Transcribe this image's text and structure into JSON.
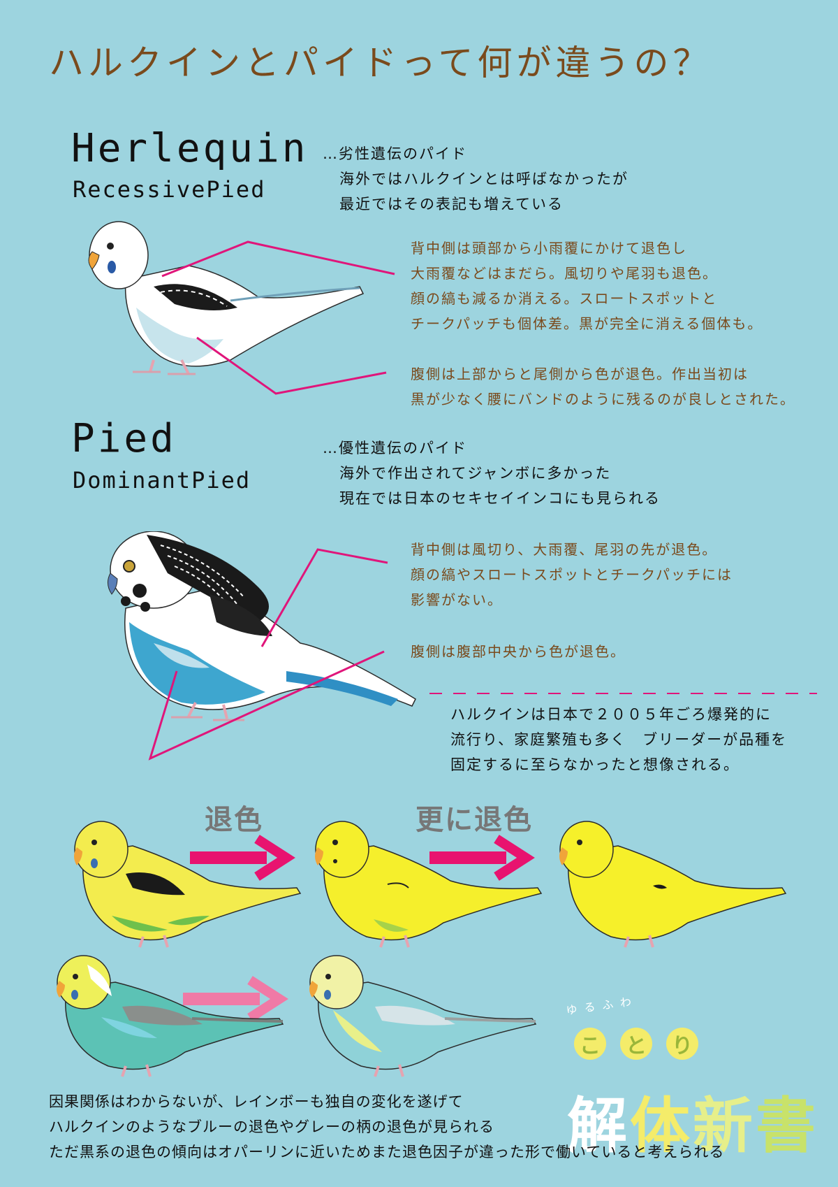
{
  "title": "ハルクインとパイドって何が違うの？",
  "harlequin": {
    "name": "Herlequin",
    "subname": "RecessivePied",
    "intro": [
      "…劣性遺伝のパイド",
      "海外ではハルクインとは呼ばなかったが",
      "最近ではその表記も増えている"
    ],
    "back_notes": [
      "背中側は頭部から小雨覆にかけて退色し",
      "大雨覆などはまだら。風切りや尾羽も退色。",
      "顔の縞も減るか消える。スロートスポットと",
      "チークパッチも個体差。黒が完全に消える個体も。"
    ],
    "belly_notes": [
      "腹側は上部からと尾側から色が退色。作出当初は",
      "黒が少なく腰にバンドのように残るのが良しとされた。"
    ]
  },
  "pied": {
    "name": "Pied",
    "subname": "DominantPied",
    "intro": [
      "…優性遺伝のパイド",
      "海外で作出されてジャンボに多かった",
      "現在では日本のセキセイインコにも見られる"
    ],
    "back_notes": [
      "背中側は風切り、大雨覆、尾羽の先が退色。",
      "顔の縞やスロートスポットとチークパッチには",
      "影響がない。"
    ],
    "belly_notes": [
      "腹側は腹部中央から色が退色。"
    ]
  },
  "history_note": [
    "ハルクインは日本で２００５年ごろ爆発的に",
    "流行り、家庭繁殖も多く　ブリーダーが品種を",
    "固定するに至らなかったと想像される。"
  ],
  "progression": {
    "step1": "退色",
    "step2": "更に退色"
  },
  "bottom_note": [
    "因果関係はわからないが、レインボーも独自の変化を遂げて",
    "ハルクインのようなブルーの退色やグレーの柄の退色が見られる",
    "ただ黒系の退色の傾向はオパーリンに近いためまた退色因子が違った形で働いていると考えられる"
  ],
  "logo": {
    "small": "ゆるふわ",
    "circles": [
      "こ",
      "と",
      "り"
    ],
    "big": [
      "解",
      "体",
      "新",
      "書"
    ]
  },
  "colors": {
    "background": "#9dd4df",
    "title": "#7a4a1c",
    "accent_line": "#e0157a",
    "arrow_pink": "#e8136f",
    "arrow_light": "#f07aa6"
  }
}
